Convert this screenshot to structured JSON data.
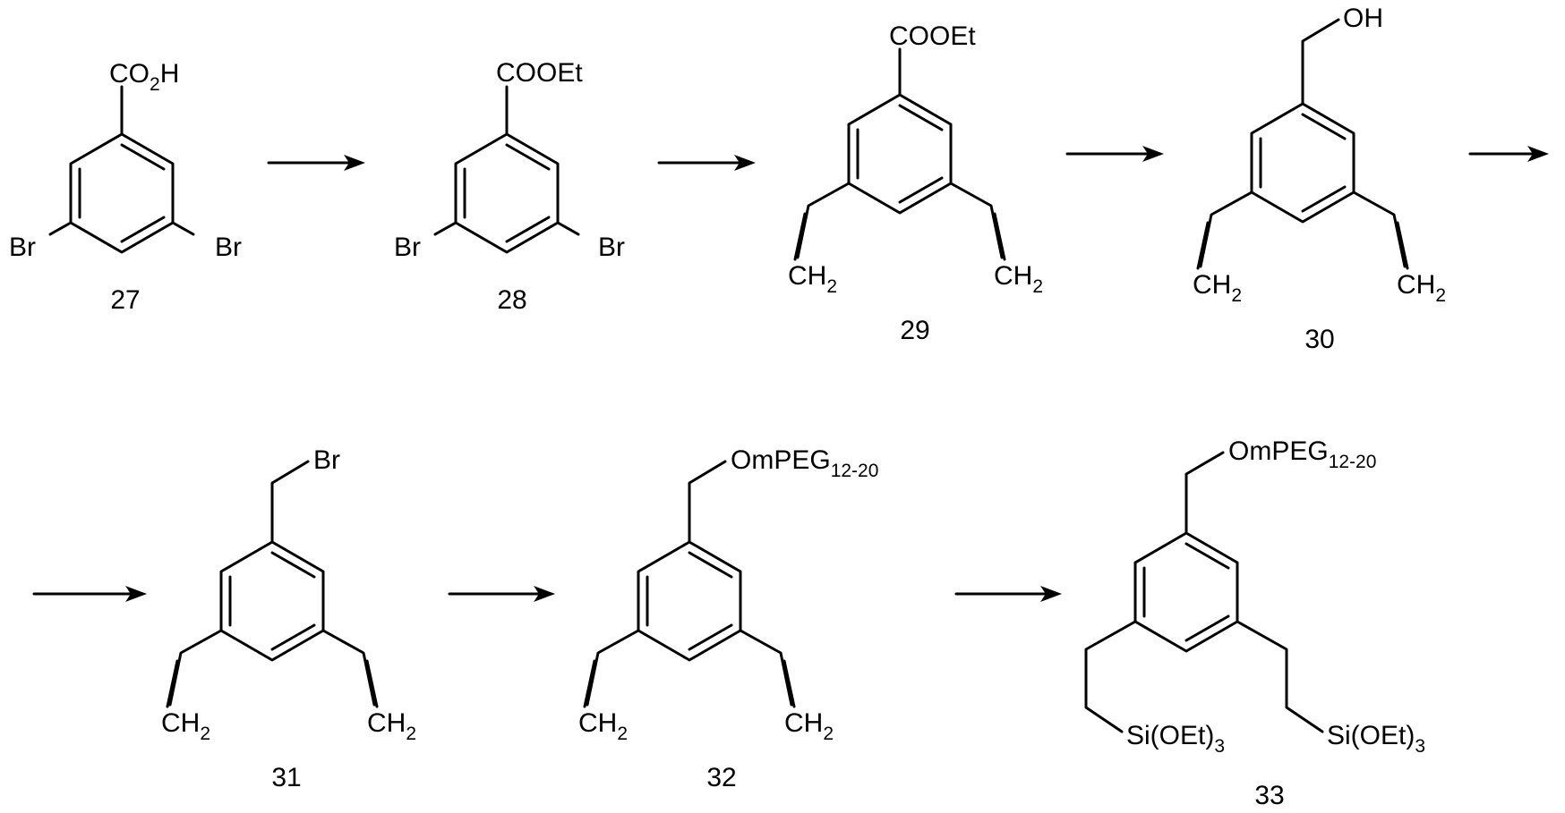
{
  "scheme": {
    "compounds": [
      {
        "number": "27",
        "top": {
          "main": "CO",
          "sub1": "2",
          "tail": "H"
        },
        "left": "Br",
        "right": "Br"
      },
      {
        "number": "28",
        "top": {
          "main": "COOEt"
        },
        "left": "Br",
        "right": "Br"
      },
      {
        "number": "29",
        "top": {
          "main": "COOEt"
        },
        "left": {
          "main": "CH",
          "sub": "2"
        },
        "right": {
          "main": "CH",
          "sub": "2"
        }
      },
      {
        "number": "30",
        "top": {
          "main": "OH"
        },
        "left": {
          "main": "CH",
          "sub": "2"
        },
        "right": {
          "main": "CH",
          "sub": "2"
        }
      },
      {
        "number": "31",
        "top": {
          "main": "Br"
        },
        "left": {
          "main": "CH",
          "sub": "2"
        },
        "right": {
          "main": "CH",
          "sub": "2"
        }
      },
      {
        "number": "32",
        "top": {
          "main": "OmPEG",
          "sub": "12-20"
        },
        "left": {
          "main": "CH",
          "sub": "2"
        },
        "right": {
          "main": "CH",
          "sub": "2"
        }
      },
      {
        "number": "33",
        "top": {
          "main": "OmPEG",
          "sub": "12-20"
        },
        "left": {
          "main": "Si(OEt)",
          "sub": "3"
        },
        "right": {
          "main": "Si(OEt)",
          "sub": "3"
        }
      }
    ],
    "arrows": [
      {
        "from": "27",
        "to": "28"
      },
      {
        "from": "28",
        "to": "29"
      },
      {
        "from": "29",
        "to": "30"
      },
      {
        "from": "30",
        "to": "31"
      },
      {
        "from": "31",
        "to": "32"
      },
      {
        "from": "32",
        "to": "33"
      }
    ]
  }
}
